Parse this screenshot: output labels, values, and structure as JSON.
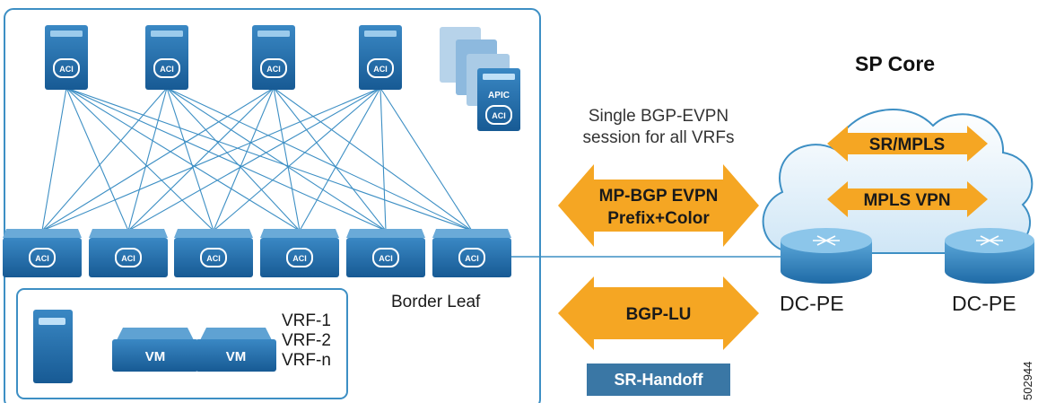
{
  "fabric": {
    "spine_count": 4,
    "leaf_count": 6,
    "chip_text": "ACI",
    "apic_label": "APIC",
    "border_leaf_label": "Border Leaf",
    "vm_label": "VM",
    "vrfs": [
      "VRF-1",
      "VRF-2",
      "VRF-n"
    ]
  },
  "handoff": {
    "caption_line1": "Single BGP-EVPN",
    "caption_line2": "session for all VRFs",
    "evpn_arrow_line1": "MP-BGP EVPN",
    "evpn_arrow_line2": "Prefix+Color",
    "lu_arrow": "BGP-LU",
    "sr_handoff": "SR-Handoff"
  },
  "sp_core": {
    "title": "SP Core",
    "srmpls": "SR/MPLS",
    "mplsvpn": "MPLS VPN",
    "pe_left": "DC-PE",
    "pe_right": "DC-PE"
  },
  "figure_id": "502944",
  "colors": {
    "device_blue": "#1f6aa5",
    "arrow_orange": "#f5a623",
    "cloud_fill": "#d8ecf8",
    "line_blue": "#3d8fc4"
  }
}
